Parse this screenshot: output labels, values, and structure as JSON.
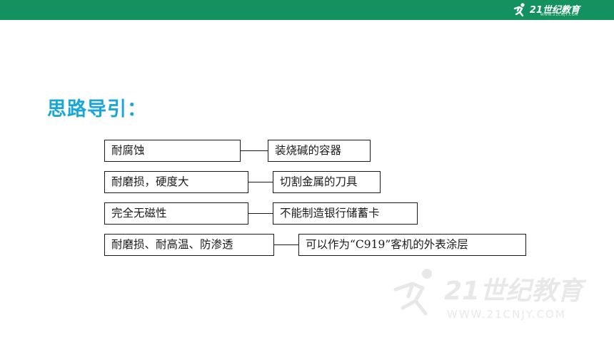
{
  "header": {
    "brand": "21世纪教育",
    "url": "WWW.21CNJY.COM"
  },
  "heading": "思路导引：",
  "rows": [
    {
      "property": "耐腐蚀",
      "use": "装烧碱的容器"
    },
    {
      "property": "耐磨损，硬度大",
      "use": "切割金属的刀具"
    },
    {
      "property": "完全无磁性",
      "use": "不能制造银行储蓄卡"
    },
    {
      "property": "耐磨损、耐高温、防渗透",
      "use": "可以作为“C919”客机的外表涂层"
    }
  ],
  "watermark": {
    "brand": "21世纪教育",
    "url": "WWW.21CNJY.COM"
  },
  "colors": {
    "header": "#13925f",
    "heading": "#19a6d8"
  }
}
